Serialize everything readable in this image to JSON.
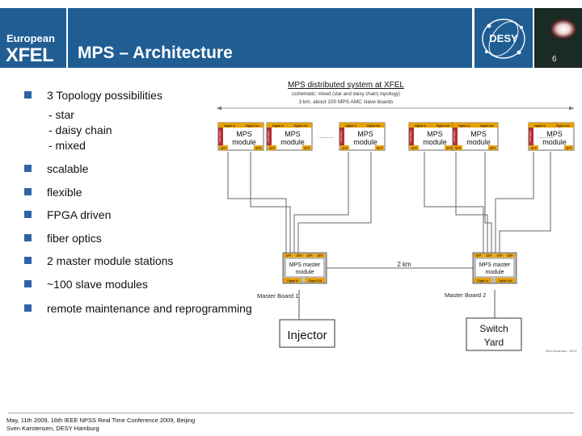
{
  "header": {
    "logo_line1": "European",
    "logo_line2": "XFEL",
    "title": "MPS – Architecture",
    "desy_logo": "DESY",
    "page_number": "6"
  },
  "bullets": [
    {
      "text": "3 Topology possibilities"
    },
    {
      "text": "scalable"
    },
    {
      "text": "flexible"
    },
    {
      "text": "FPGA driven"
    },
    {
      "text": "fiber optics"
    },
    {
      "text": "2 master module stations"
    },
    {
      "text": "~100 slave modules"
    },
    {
      "text": "remote maintenance and reprogramming"
    }
  ],
  "topology_items": [
    "- star",
    "- daisy chain",
    "- mixed"
  ],
  "diagram": {
    "title": "MPS distributed system at XFEL",
    "subtitle1": "(schematic: mixed (star and daisy chain) topology)",
    "subtitle2": "3 km, about 100 MPS AMC slave boards",
    "module_label_top": "MPS",
    "module_label_bottom": "module",
    "module_tag_left": "Digital In",
    "module_tag_right": "Digital Out",
    "module_side": "CONTROL",
    "sfp": "SFP",
    "master_label_top": "MPS master",
    "master_label_bottom": "module",
    "distance": "2 km",
    "master_board_1": "Master Board 1",
    "master_board_2": "Master Board 2",
    "injector": "Injector",
    "switch_yard_1": "Switch",
    "switch_yard_2": "Yard",
    "credit": "Sven Karstensen · DESY"
  },
  "footer": {
    "line1": "May, 11th 2009, 16th IEEE NPSS Real Time Conference 2009, Beijing",
    "line2": "Sven Karstensen, DESY Hamburg"
  },
  "colors": {
    "header_blue": "#1f5d93",
    "bullet_square": "#2d64a6",
    "module_orange": "#e8a200",
    "module_red": "#b03030",
    "module_gray": "#bdbdbd"
  }
}
